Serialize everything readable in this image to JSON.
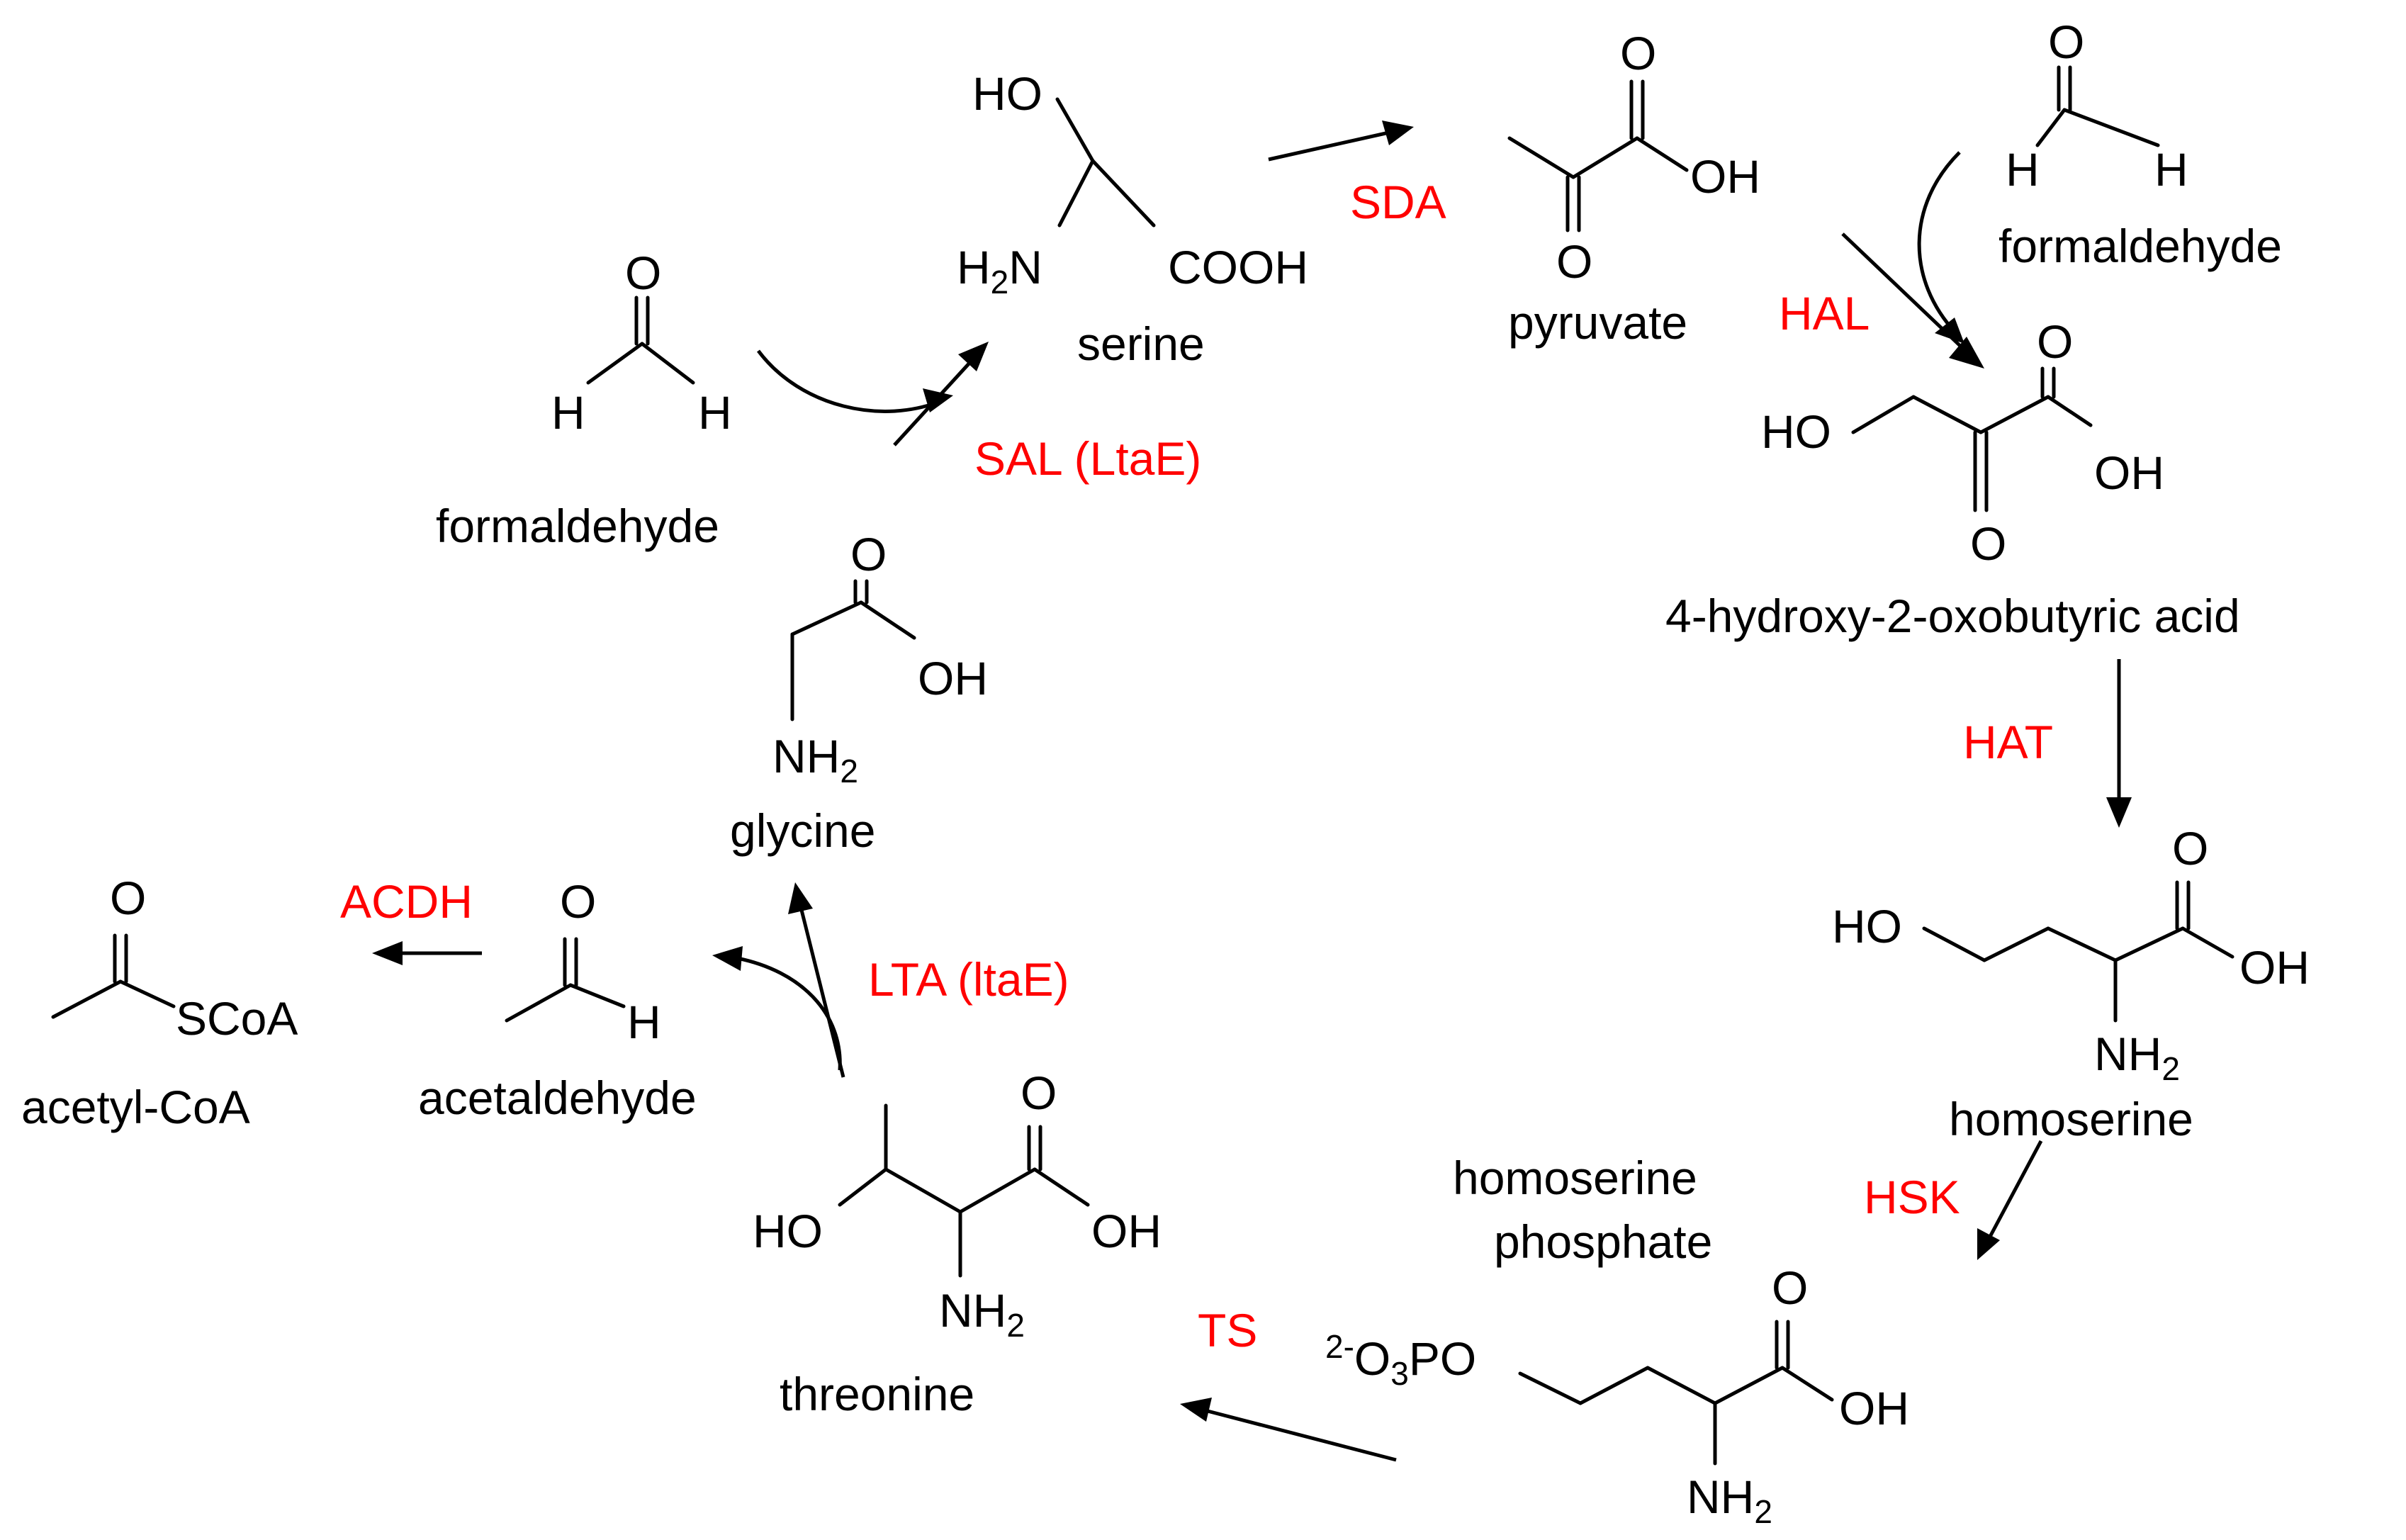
{
  "atoms": {
    "O": "O",
    "H": "H",
    "HO": "HO",
    "OH": "OH",
    "N": "N",
    "H2": "2",
    "COOH": "COOH",
    "NH": "NH",
    "SCoA": "SCoA",
    "charge": "2-",
    "P": "P",
    "O3": "3"
  },
  "compounds": {
    "serine": "serine",
    "pyruvate": "pyruvate",
    "formaldehyde": "formaldehyde",
    "hydroxyoxobutyric": "4-hydroxy-2-oxobutyric acid",
    "homoserine": "homoserine",
    "homoserine_phosphate_1": "homoserine",
    "homoserine_phosphate_2": "phosphate",
    "threonine": "threonine",
    "glycine": "glycine",
    "acetaldehyde": "acetaldehyde",
    "acetyl_coa": "acetyl-CoA"
  },
  "enzymes": {
    "sda": "SDA",
    "hal": "HAL",
    "hat": "HAT",
    "hsk": "HSK",
    "ts": "TS",
    "lta": "LTA (ltaE)",
    "sal": "SAL (LtaE)",
    "acdh": "ACDH"
  },
  "colors": {
    "enzyme": "#ff0000",
    "structure": "#000000",
    "background": "#ffffff"
  }
}
